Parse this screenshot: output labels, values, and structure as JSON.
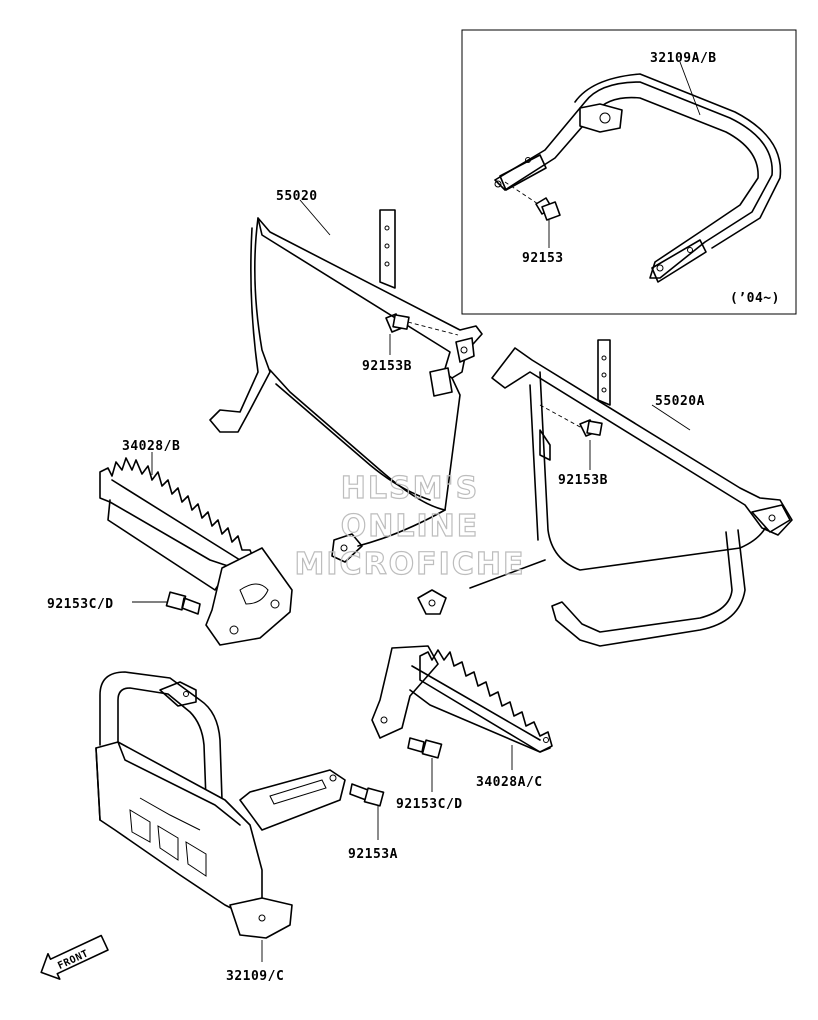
{
  "labels": {
    "guard_upper": "32109A/B",
    "bolt_upper": "92153",
    "year_note": "(’04~)",
    "bracket_left": "55020",
    "bolt_b_left": "92153B",
    "bracket_right": "55020A",
    "bolt_b_right": "92153B",
    "footrest_left": "34028/B",
    "bolt_cd_left": "92153C/D",
    "footrest_right": "34028A/C",
    "bolt_cd_right": "92153C/D",
    "bolt_a": "92153A",
    "guard_lower": "32109/C",
    "front_arrow": "FRONT"
  },
  "watermark": {
    "line1": "HLSM'S",
    "line2": "ONLINE",
    "line3": "MICROFICHE"
  }
}
